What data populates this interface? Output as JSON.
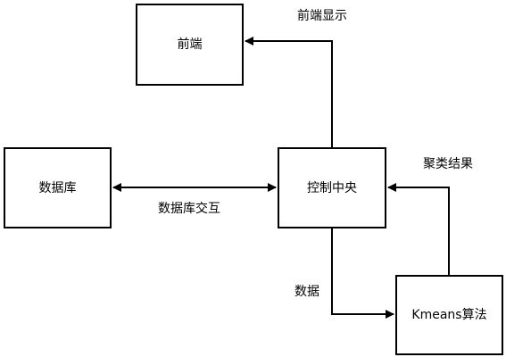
{
  "nodes": {
    "frontend": "前端",
    "database": "数据库",
    "control": "控制中央",
    "kmeans": "Kmeans算法"
  },
  "edges": {
    "frontend_display": "前端显示",
    "cluster_result": "聚类结果",
    "db_interaction": "数据库交互",
    "data": "数据"
  },
  "colors": {
    "line": "#000000",
    "background": "#ffffff"
  }
}
